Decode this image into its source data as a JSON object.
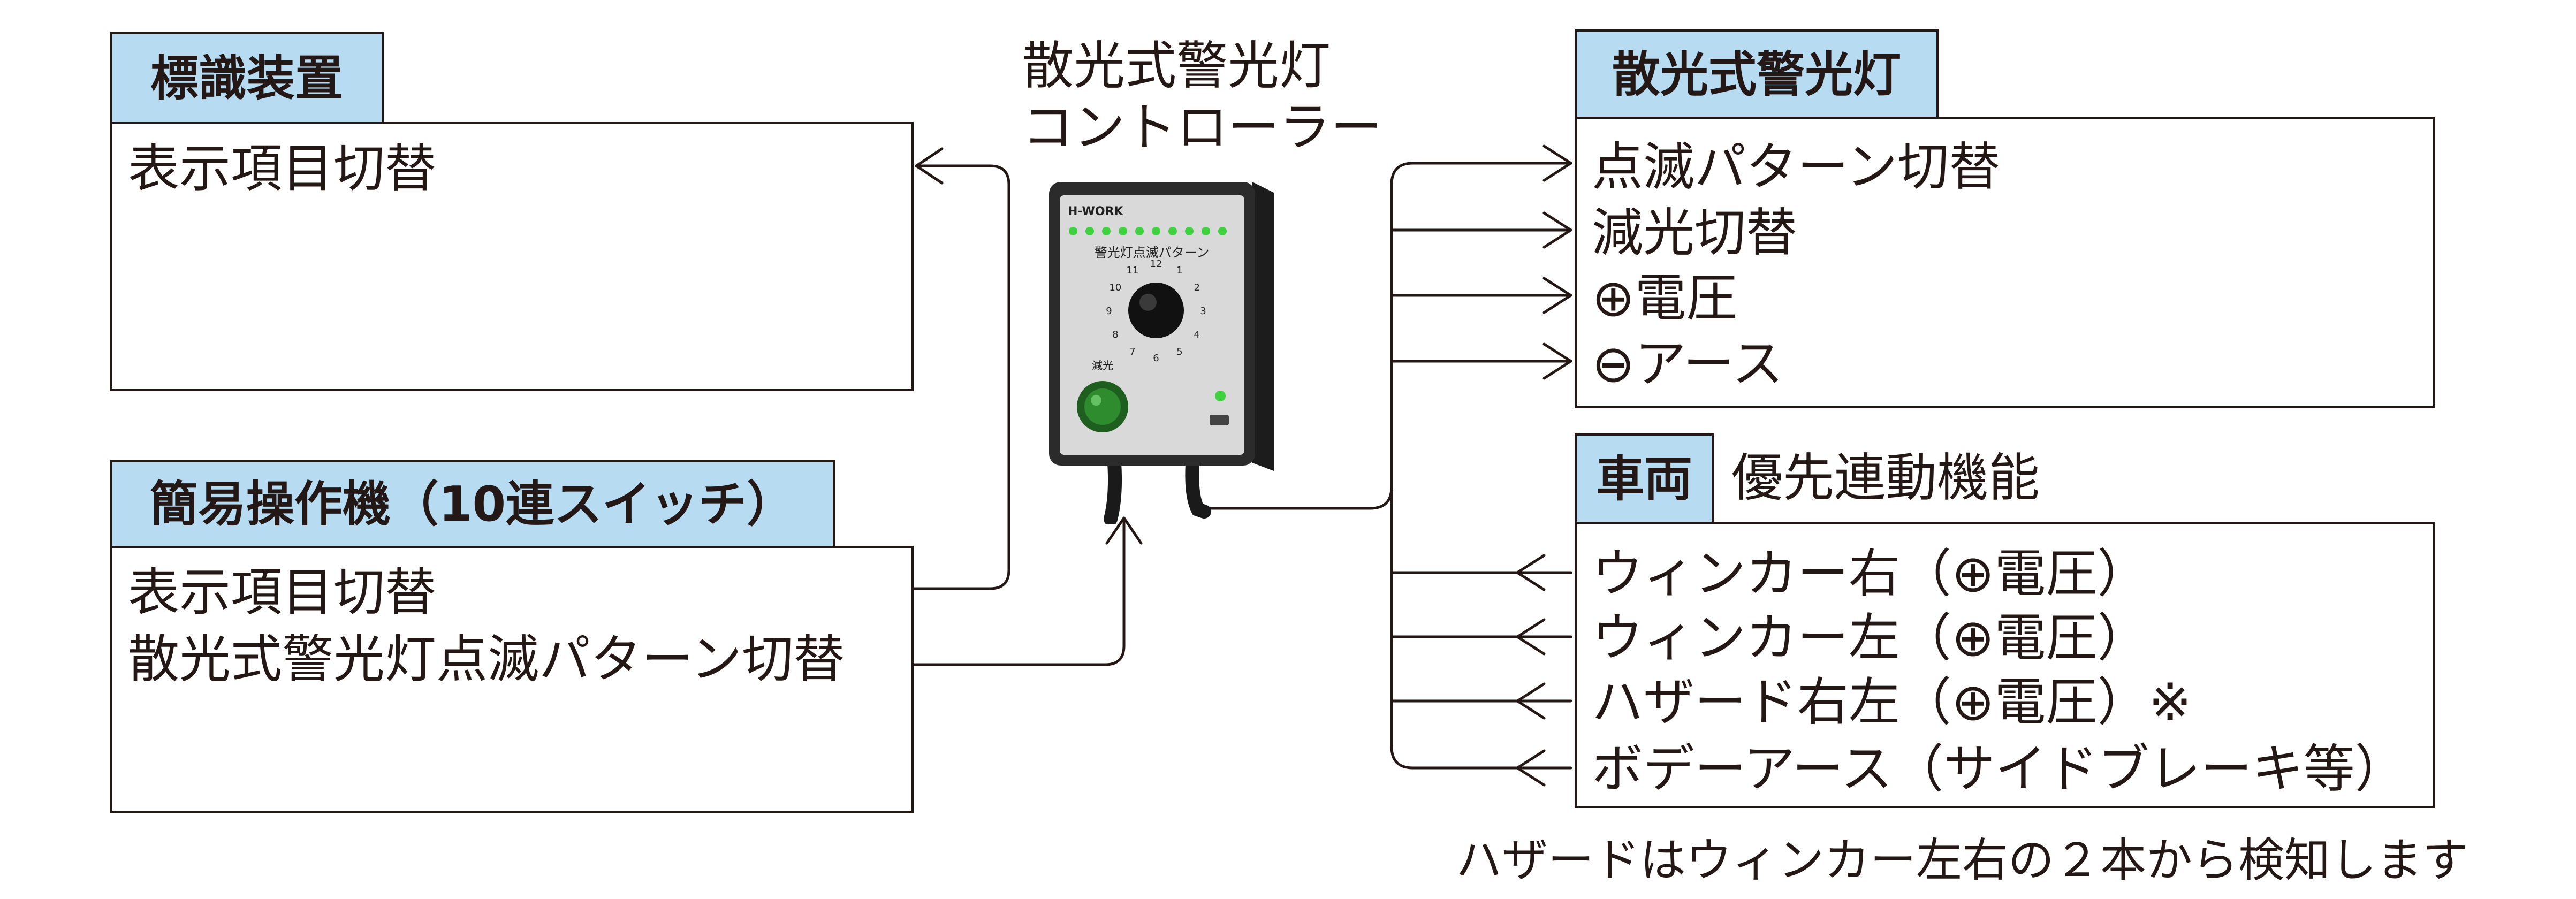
{
  "device": {
    "title_line1": "散光式警光灯",
    "title_line2": "コントローラー",
    "panel_label": "警光灯点滅パターン",
    "dim_label": "減光",
    "brand": "H-WORK",
    "dial_numbers": [
      "12",
      "1",
      "2",
      "3",
      "4",
      "5",
      "6",
      "7",
      "8",
      "9",
      "10",
      "11"
    ]
  },
  "sign_device": {
    "title": "標識装置",
    "lines": [
      "表示項目切替"
    ]
  },
  "simple_switch": {
    "title": "簡易操作機（10連スイッチ）",
    "lines": [
      "表示項目切替",
      "散光式警光灯点滅パターン切替"
    ]
  },
  "warning_light": {
    "title": "散光式警光灯",
    "lines": [
      "点滅パターン切替",
      "減光切替",
      "⊕電圧",
      "⊖アース"
    ]
  },
  "vehicle": {
    "title": "車両",
    "subtitle": "優先連動機能",
    "lines": [
      "ウィンカー右（⊕電圧）",
      "ウィンカー左（⊕電圧）",
      "ハザード右左（⊕電圧）※",
      "ボデーアース（サイドブレーキ等）"
    ]
  },
  "footnote": "ハザードはウィンカー左右の２本から検知します",
  "colors": {
    "tag_fill": "#b7dcf2",
    "ink": "#231815",
    "device_body": "#2b2b2b",
    "device_panel": "#d9d9d9",
    "led": "#3fd13f"
  }
}
